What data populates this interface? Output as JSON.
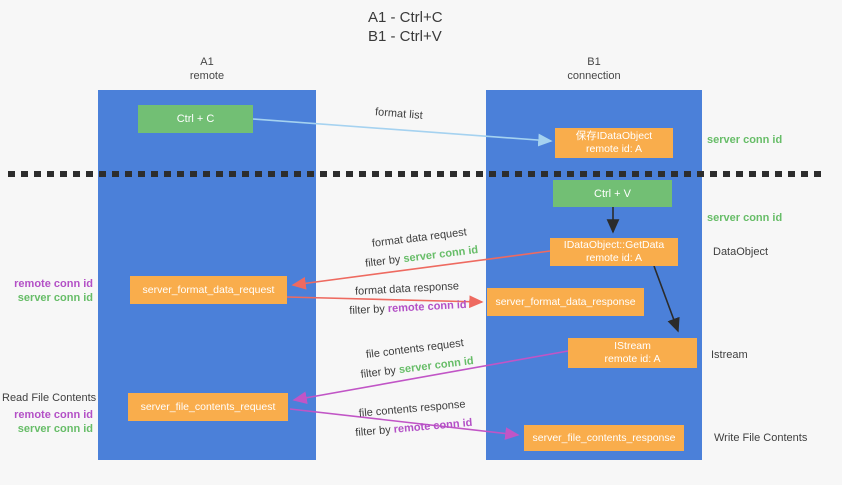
{
  "title": {
    "line1": "A1 - Ctrl+C",
    "line2": "B1 - Ctrl+V"
  },
  "lanes": {
    "a1": {
      "name": "A1",
      "subtitle": "remote"
    },
    "b1": {
      "name": "B1",
      "subtitle": "connection"
    }
  },
  "nodes": {
    "ctrl_c": "Ctrl + C",
    "ctrl_v": "Ctrl + V",
    "save_idataobject": {
      "line1": "保存IDataObject",
      "line2": "remote id: A"
    },
    "idataobject_getdata": {
      "line1": "IDataObject::GetData",
      "line2": "remote id: A"
    },
    "istream": {
      "line1": "IStream",
      "line2": "remote id: A"
    },
    "server_format_data_request": "server_format_data_request",
    "server_format_data_response": "server_format_data_response",
    "server_file_contents_request": "server_file_contents_request",
    "server_file_contents_response": "server_file_contents_response"
  },
  "labels": {
    "format_list": "format list",
    "format_data_request": "format data request",
    "format_data_response": "format data response",
    "file_contents_request": "file contents request",
    "file_contents_response": "file contents response",
    "filter_by": "filter by",
    "server_conn_id": "server conn id",
    "remote_conn_id": "remote conn id"
  },
  "side": {
    "server_conn_id": "server conn id",
    "remote_conn_id": "remote conn id",
    "dataobject": "DataObject",
    "istream": "Istream",
    "read_file_contents": "Read File Contents",
    "write_file_contents": "Write File Contents"
  },
  "colors": {
    "background": "#f7f7f7",
    "lane_fill": "#4b80d9",
    "green_node": "#72bf74",
    "orange_node": "#f9ad4c",
    "arrow_blue": "#a5d2f0",
    "arrow_red": "#ee6a60",
    "arrow_magenta": "#c155c6",
    "arrow_black": "#2b2b2b",
    "green_text": "#67bd68",
    "purple_text": "#b350c6",
    "dark_text": "#3d3d3d"
  }
}
